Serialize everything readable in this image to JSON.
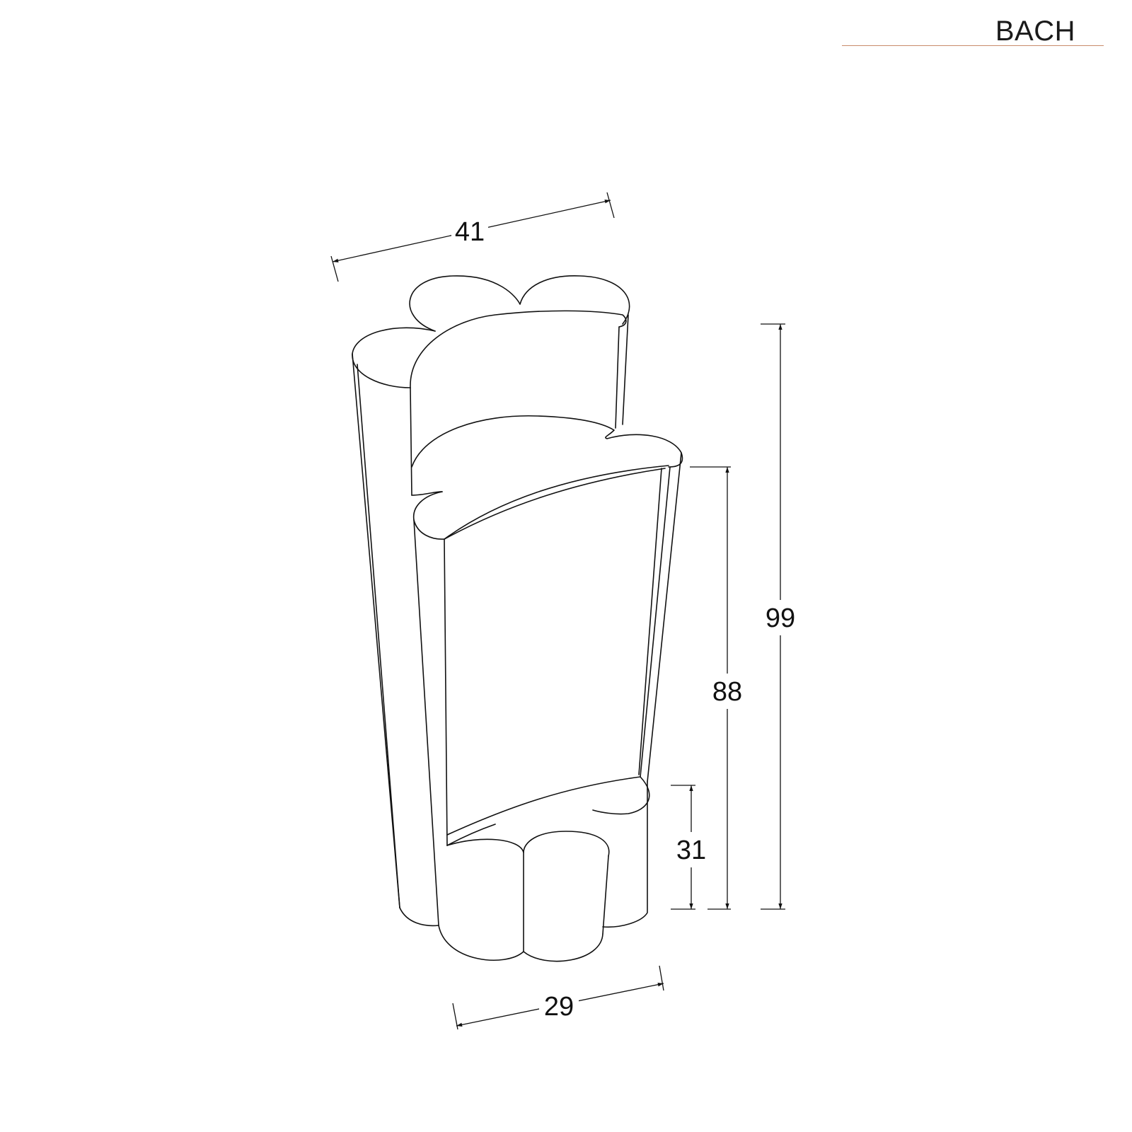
{
  "brand": {
    "name": "BACH",
    "rule_color": "#c98a6a"
  },
  "dimensions": {
    "top_width": "41",
    "base_width": "29",
    "total_height": "99",
    "shelf_height": "88",
    "lower_height": "31"
  },
  "colors": {
    "line": "#111111",
    "background": "#ffffff"
  }
}
